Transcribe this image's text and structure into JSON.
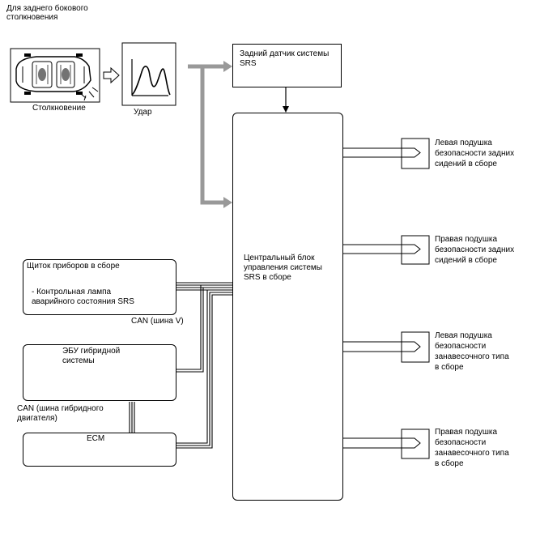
{
  "header": {
    "line1": "Для заднего бокового",
    "line2": "столкновения"
  },
  "collision": {
    "label": "Столкновение"
  },
  "impact": {
    "label": "Удар"
  },
  "rear_sensor": {
    "line1": "Задний датчик системы",
    "line2": "SRS"
  },
  "central_unit": {
    "line1": "Центральный блок",
    "line2": "управления системы",
    "line3": "SRS в сборе"
  },
  "meter": {
    "title": "Щиток приборов в сборе",
    "sub1": "- Контрольная лампа",
    "sub2": "аварийного состояния SRS"
  },
  "can_v": {
    "label": "CAN (шина V)"
  },
  "hybrid_ecu": {
    "line1": "ЭБУ гибридной",
    "line2": "системы"
  },
  "can_hybrid": {
    "line1": "CAN (шина гибридного",
    "line2": "двигателя)"
  },
  "ecm": {
    "label": "ECM"
  },
  "airbags": [
    {
      "line1": "Левая подушка",
      "line2": "безопасности задних",
      "line3": "сидений в сборе",
      "line4": ""
    },
    {
      "line1": "Правая подушка",
      "line2": "безопасности задних",
      "line3": "сидений в сборе",
      "line4": ""
    },
    {
      "line1": "Левая подушка",
      "line2": "безопасности",
      "line3": "занавесочного типа",
      "line4": "в сборе"
    },
    {
      "line1": "Правая подушка",
      "line2": "безопасности",
      "line3": "занавесочного типа",
      "line4": "в сборе"
    }
  ]
}
